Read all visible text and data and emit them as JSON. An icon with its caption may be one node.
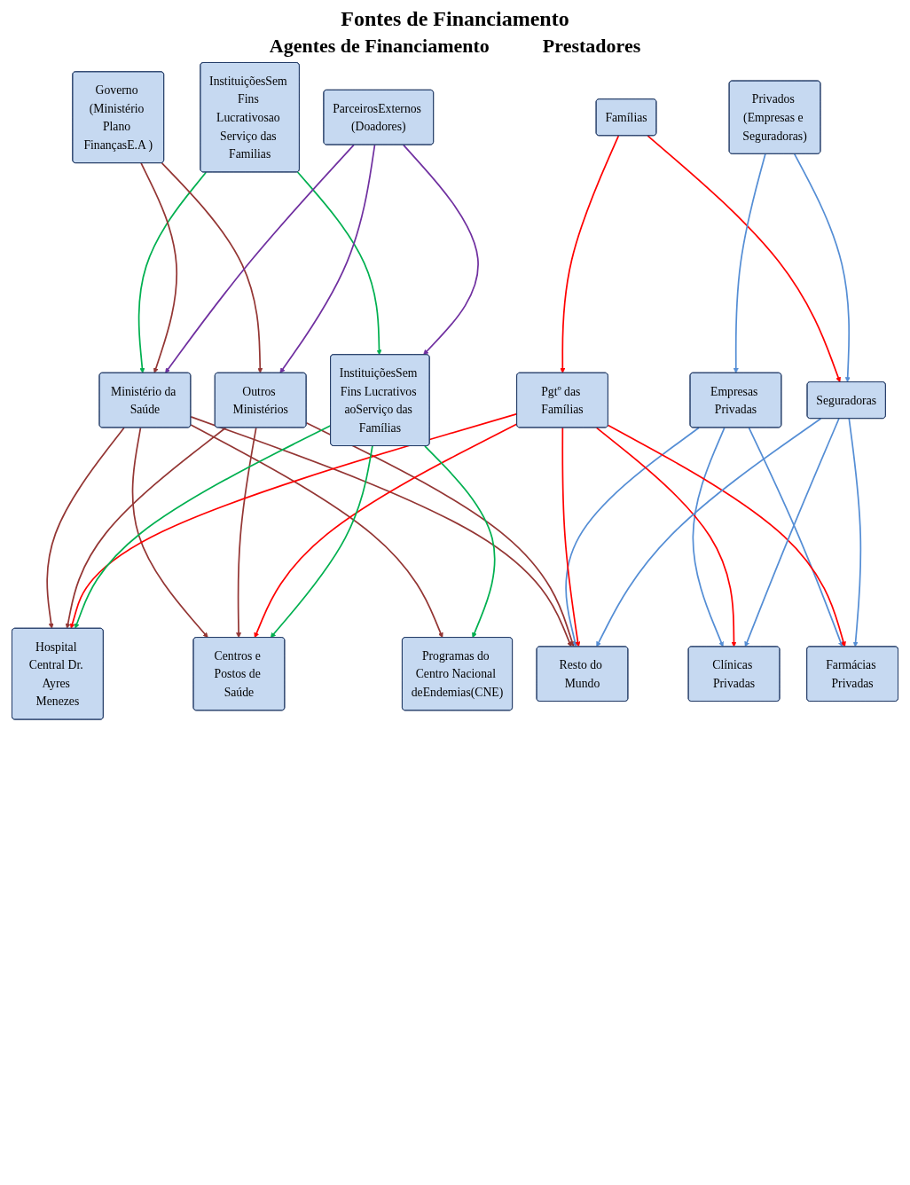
{
  "diagram": {
    "title": "Fontes de Financiamento",
    "nodes": [
      {
        "text": [
          "InstituiçõesSem Fins Lucrativosao Serviço das Familias"
        ]
      },
      {
        "text": [
          "Governo (Ministério Plano FinançasE.A )"
        ]
      },
      {
        "text": [
          "Famílias"
        ]
      },
      {
        "text": [
          "ParceirosExternos (Doadores)"
        ]
      },
      {
        "text": [
          "Privados (Empresas e Seguradoras)"
        ]
      },
      {
        "text": [
          "Ministério da Saúde"
        ]
      },
      {
        "text": [
          "Outros Ministérios"
        ]
      },
      {
        "text": [
          "Empresas Privadas"
        ]
      },
      {
        "text": [
          "Pgtº das Famílias"
        ]
      },
      {
        "text": [
          "InstituiçõesSem Fins Lucrativos aoServiço das Famílias"
        ]
      },
      {
        "text": [
          "Seguradoras"
        ]
      },
      {
        "text": [
          "Hospital Central Dr. Ayres Menezes"
        ]
      },
      {
        "text": [
          "Centros e Postos de Saúde"
        ]
      },
      {
        "text": [
          "Clínicas Privadas"
        ]
      },
      {
        "text": [
          "Farmácias Privadas"
        ]
      },
      {
        "text": [
          "Programas do Centro Nacional deEndemias(CNE)"
        ]
      },
      {
        "text": [
          "Resto do Mundo"
        ]
      }
    ],
    "edges": [
      {
        "from": 0,
        "to": 5,
        "arrow": "to",
        "color": "#00b050"
      },
      {
        "from": 0,
        "to": 9,
        "arrow": "to",
        "color": "#00b050"
      },
      {
        "from": 1,
        "to": 5,
        "arrow": "to"
      },
      {
        "from": 1,
        "to": 6,
        "arrow": "to"
      },
      {
        "from": 2,
        "to": 8,
        "arrow": "to",
        "color": "#ff0000"
      },
      {
        "from": 2,
        "to": 10,
        "arrow": "to",
        "color": "#ff0000"
      },
      {
        "from": 3,
        "to": 5,
        "arrow": "to",
        "color": "#7030a0"
      },
      {
        "from": 3,
        "to": 6,
        "arrow": "to",
        "color": "#7030a0"
      },
      {
        "from": 3,
        "to": 9,
        "arrow": "to",
        "color": "#7030a0"
      },
      {
        "from": 4,
        "to": 7,
        "arrow": "to",
        "color": "#558ed5"
      },
      {
        "from": 4,
        "to": 10,
        "arrow": "to",
        "color": "#558ed5"
      },
      {
        "from": 5,
        "to": 11,
        "arrow": "to"
      },
      {
        "from": 5,
        "to": 12,
        "arrow": "to"
      },
      {
        "from": 5,
        "to": 15,
        "arrow": "to"
      },
      {
        "from": 5,
        "to": 16,
        "arrow": "to"
      },
      {
        "from": 6,
        "to": 11,
        "arrow": "to"
      },
      {
        "from": 6,
        "to": 12,
        "arrow": "to"
      },
      {
        "from": 6,
        "to": 16,
        "arrow": "to"
      },
      {
        "from": 7,
        "to": 13,
        "arrow": "to",
        "color": "#558ed5"
      },
      {
        "from": 7,
        "to": 14,
        "arrow": "to",
        "color": "#558ed5"
      },
      {
        "from": 7,
        "to": 16,
        "arrow": "to",
        "color": "#558ed5"
      },
      {
        "from": 8,
        "to": 11,
        "arrow": "to",
        "color": "#ff0000"
      },
      {
        "from": 8,
        "to": 12,
        "arrow": "to",
        "color": "#ff0000"
      },
      {
        "from": 8,
        "to": 13,
        "arrow": "to",
        "color": "#ff0000"
      },
      {
        "from": 8,
        "to": 14,
        "arrow": "to",
        "color": "#ff0000"
      },
      {
        "from": 8,
        "to": 16,
        "arrow": "to",
        "color": "#ff0000"
      },
      {
        "from": 9,
        "to": 11,
        "arrow": "to",
        "color": "#00b050"
      },
      {
        "from": 9,
        "to": 12,
        "arrow": "to",
        "color": "#00b050"
      },
      {
        "from": 9,
        "to": 15,
        "arrow": "to",
        "color": "#00b050"
      },
      {
        "from": 10,
        "to": 13,
        "arrow": "to",
        "color": "#558ed5"
      },
      {
        "from": 10,
        "to": 14,
        "arrow": "to",
        "color": "#558ed5"
      },
      {
        "from": 10,
        "to": 16,
        "arrow": "to",
        "color": "#558ed5"
      }
    ],
    "labels": [
      "Agentes de Financiamento",
      "Prestadores"
    ]
  }
}
